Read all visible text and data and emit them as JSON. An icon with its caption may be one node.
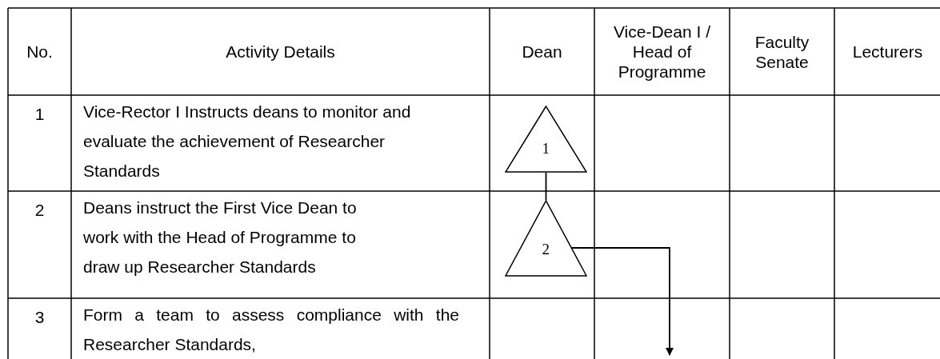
{
  "diagram": {
    "nodes": [
      {
        "text": [
          "1"
        ]
      },
      {
        "text": [
          "2"
        ]
      }
    ],
    "edges": [
      {
        "from": 0,
        "to": 1,
        "arrow": "none"
      },
      {
        "from": 1,
        "to": null,
        "arrow": "to"
      }
    ],
    "labels": [
      "No.",
      "Activity Details",
      "Dean",
      "Vice-Dean I / Head of Programme",
      "Faculty Senate",
      "Lecturers",
      "1",
      "Vice-Rector I Instructs deans to monitor and evaluate the achievement of Researcher Standards",
      "2",
      "Deans instruct the First Vice Dean to work with the Head of Programme to draw up Researcher Standards",
      "3",
      "Form a team to assess compliance with the Researcher Standards,"
    ]
  }
}
